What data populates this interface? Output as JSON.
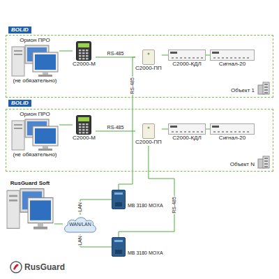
{
  "diagram": {
    "nodes": [
      {
        "text": [
          "Объект 1"
        ]
      },
      {
        "text": [
          "Орион ПРО",
          "(не обязательно)"
        ],
        "in": 0
      },
      {
        "text": [
          "С2000-М"
        ],
        "in": 0
      },
      {
        "text": [
          "С2000-ПП"
        ],
        "in": 0
      },
      {
        "text": [
          "С2000-КДЛ"
        ],
        "in": 0
      },
      {
        "text": [
          "Сигнал-20"
        ],
        "in": 0
      },
      {
        "text": [
          "Объект N"
        ]
      },
      {
        "text": [
          "Орион ПРО",
          "(не обязательно)"
        ],
        "in": 6
      },
      {
        "text": [
          "С2000-М"
        ],
        "in": 6
      },
      {
        "text": [
          "С2000-ПП"
        ],
        "in": 6
      },
      {
        "text": [
          "С2000-КДЛ"
        ],
        "in": 6
      },
      {
        "text": [
          "Сигнал-20"
        ],
        "in": 6
      },
      {
        "text": [
          "RusGuard Soft"
        ]
      },
      {
        "text": [
          "WAN/LAN"
        ]
      },
      {
        "text": [
          "MB 3180 MOXA"
        ]
      },
      {
        "text": [
          "MB 3180 MOXA"
        ]
      }
    ],
    "edges": [
      {
        "from": 1,
        "to": 2,
        "arrow": "none"
      },
      {
        "from": 2,
        "to": 3,
        "label": "RS-485",
        "arrow": "none"
      },
      {
        "from": 3,
        "to": 4,
        "arrow": "none"
      },
      {
        "from": 4,
        "to": 5,
        "arrow": "none"
      },
      {
        "from": 7,
        "to": 8,
        "arrow": "none"
      },
      {
        "from": 8,
        "to": 9,
        "label": "RS-485",
        "arrow": "none"
      },
      {
        "from": 9,
        "to": 10,
        "arrow": "none"
      },
      {
        "from": 10,
        "to": 11,
        "arrow": "none"
      },
      {
        "from": 3,
        "to": 14,
        "label": "RS-485",
        "arrow": "none"
      },
      {
        "from": 9,
        "to": 15,
        "label": "RS-485",
        "arrow": "none"
      },
      {
        "from": 12,
        "to": 13,
        "arrow": "none"
      },
      {
        "from": 13,
        "to": 14,
        "label": "LAN",
        "arrow": "none"
      },
      {
        "from": 13,
        "to": 15,
        "label": "LAN",
        "arrow": "none"
      }
    ],
    "labels": [
      "BOLID",
      "BOLID",
      "RusGuard"
    ]
  }
}
